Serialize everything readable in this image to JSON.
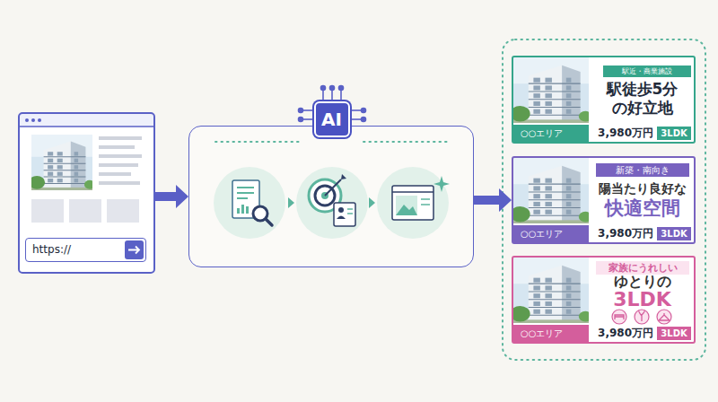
{
  "diagram": {
    "nodes": [
      {
        "text": [
          "https://"
        ]
      },
      {
        "text": [
          "AI"
        ]
      },
      {
        "text": [
          "駅近・商業施設",
          "駅徒歩5分 の好立地",
          "○○エリア",
          "3,980万円",
          "3LDK"
        ]
      },
      {
        "text": [
          "新築・南向き",
          "陽当たり良好な",
          "快適空間",
          "○○エリア",
          "3,980万円",
          "3LDK"
        ]
      },
      {
        "text": [
          "家族にうれしい",
          "ゆとりの",
          "3LDK",
          "○○エリア",
          "3,980万円",
          "3LDK"
        ]
      }
    ],
    "edges": [
      {
        "from": 0,
        "to": 1,
        "arrow": "to"
      },
      {
        "from": 1,
        "to": 3,
        "arrow": "to"
      }
    ]
  }
}
